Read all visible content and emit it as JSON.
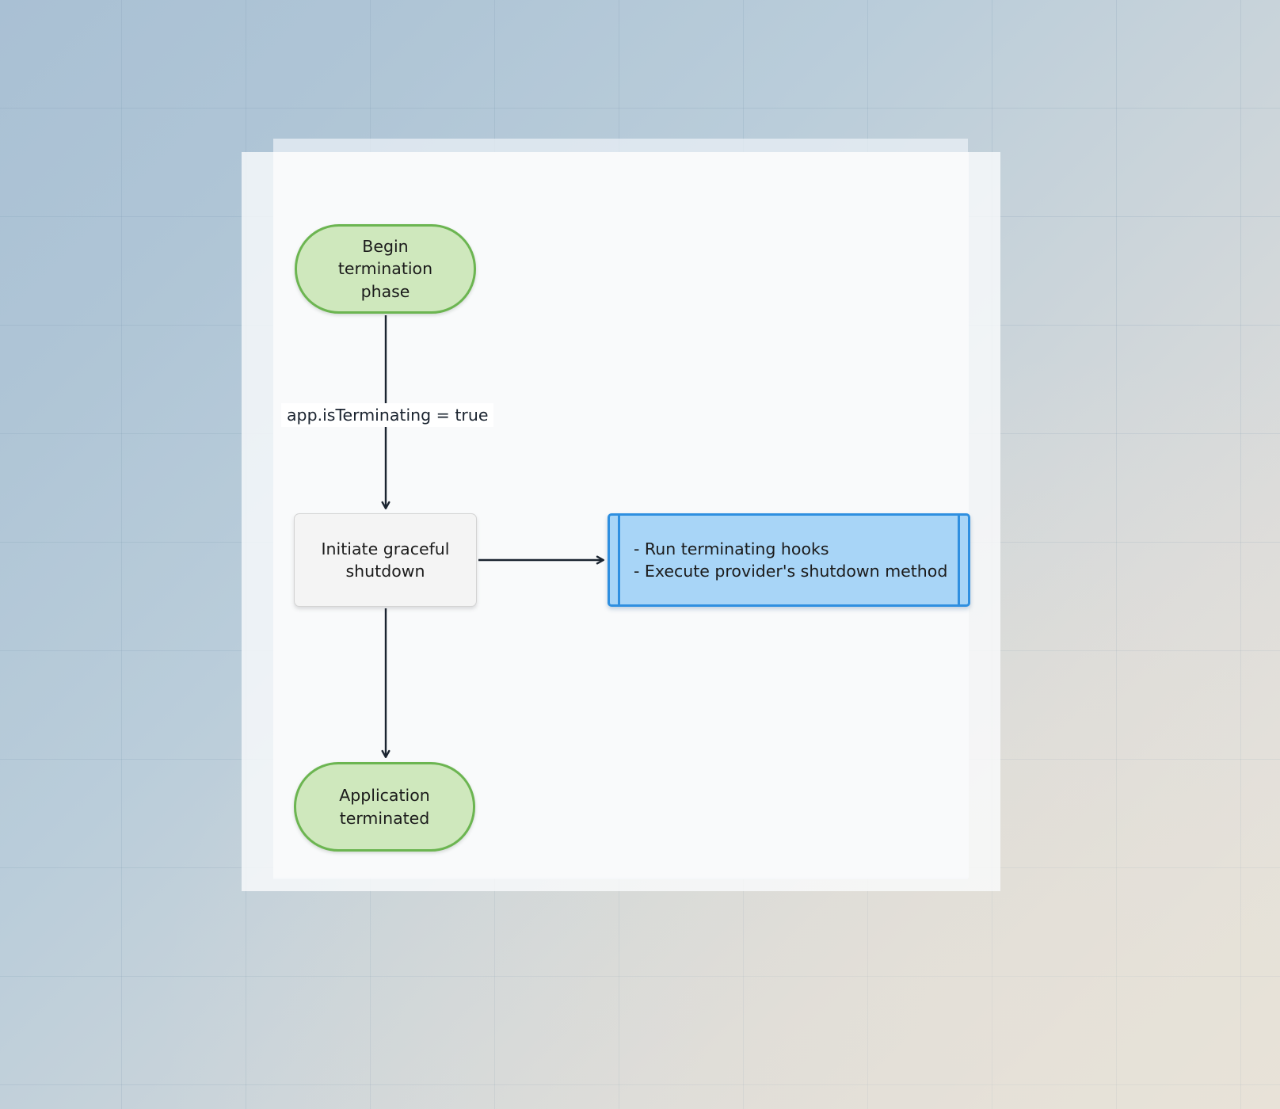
{
  "diagram": {
    "type": "flowchart",
    "direction": "top-down",
    "nodes": [
      {
        "id": "begin",
        "shape": "terminal-stadium",
        "label": "Begin\ntermination\nphase",
        "lines": [
          "Begin",
          "termination",
          "phase"
        ],
        "fill": "#cfe8bd",
        "stroke": "#6cb551"
      },
      {
        "id": "initiate",
        "shape": "process-rect",
        "label": "Initiate graceful\nshutdown",
        "lines": [
          "Initiate graceful",
          "shutdown"
        ],
        "fill": "#f4f4f4",
        "stroke": "#d3d3d3"
      },
      {
        "id": "hooks",
        "shape": "subroutine",
        "lines": [
          "- Run terminating hooks",
          "- Execute provider's shutdown method"
        ],
        "fill": "#a8d5f7",
        "stroke": "#2f8fe0"
      },
      {
        "id": "terminated",
        "shape": "terminal-stadium",
        "label": "Application\nterminated",
        "lines": [
          "Application",
          "terminated"
        ],
        "fill": "#cfe8bd",
        "stroke": "#6cb551"
      }
    ],
    "edges": [
      {
        "id": "begin-to-initiate",
        "from": "begin",
        "to": "initiate",
        "label": "app.isTerminating = true",
        "arrow": "single",
        "orientation": "vertical"
      },
      {
        "id": "initiate-to-hooks",
        "from": "initiate",
        "to": "hooks",
        "label": "",
        "arrow": "single",
        "orientation": "horizontal"
      },
      {
        "id": "initiate-to-terminated",
        "from": "initiate",
        "to": "terminated",
        "label": "",
        "arrow": "single",
        "orientation": "vertical"
      }
    ],
    "edge_color": "#1b2430"
  },
  "theme": {
    "background_start": "#a9c0d4",
    "background_end": "#e8e3da",
    "panel": "#f9fafb",
    "grid_line": "#6e8ca5"
  }
}
